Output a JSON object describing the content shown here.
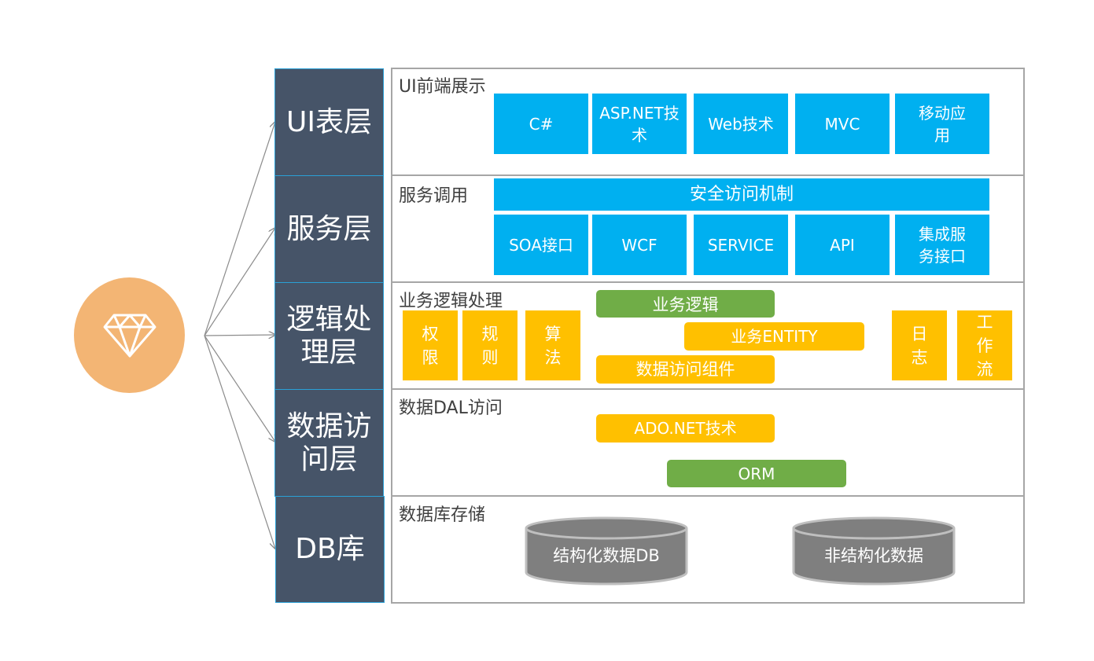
{
  "layers": [
    {
      "label": "UI表层"
    },
    {
      "label": "服务层"
    },
    {
      "label": "逻辑处\n理层"
    },
    {
      "label": "数据访\n问层"
    },
    {
      "label": "DB库"
    }
  ],
  "ui_panel": {
    "title": "UI前端展示",
    "boxes": [
      "C#",
      "ASP.NET技\n术",
      "Web技术",
      "MVC",
      "移动应\n用"
    ]
  },
  "service_panel": {
    "title": "服务调用",
    "banner": "安全访问机制",
    "boxes": [
      "SOA接口",
      "WCF",
      "SERVICE",
      "API",
      "集成服\n务接口"
    ]
  },
  "logic_panel": {
    "title": "业务逻辑处理",
    "left_boxes": [
      "权\n限",
      "规\n则",
      "算\n法"
    ],
    "business_logic": "业务逻辑",
    "business_entity": "业务ENTITY",
    "data_access_component": "数据访问组件",
    "right_boxes": [
      "日\n志",
      "工\n作\n流"
    ]
  },
  "dal_panel": {
    "title": "数据DAL访问",
    "adonet": "ADO.NET技术",
    "orm": "ORM"
  },
  "db_panel": {
    "title": "数据库存储",
    "structured_db": "结构化数据DB",
    "unstructured_db": "非结构化数据"
  },
  "hub": {
    "icon": "diamond-icon"
  },
  "colors": {
    "layer_bg": "#465468",
    "blue": "#00b0f0",
    "yellow": "#ffc000",
    "green": "#70ad47",
    "hub": "#f3b574",
    "cylinder": "#7f7f7f"
  }
}
